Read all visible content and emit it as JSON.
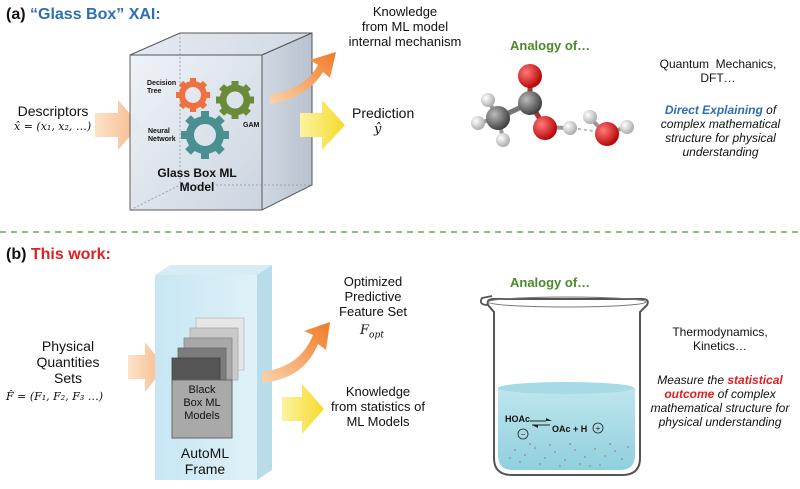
{
  "panel_a": {
    "label_prefix": "(a) ",
    "label_highlight": "“Glass Box” XAI:",
    "descriptors_label": "Descriptors",
    "descriptors_formula": "x̂ = (x₁, x₂, …)",
    "gear_decision_tree": "Decision\nTree",
    "gear_gam": "GAM",
    "gear_neural_network": "Neural\nNetwork",
    "box_title": "Glass Box ML\nModel",
    "knowledge_label": "Knowledge\nfrom ML model\ninternal mechanism",
    "prediction_label": "Prediction",
    "prediction_symbol": "ŷ",
    "analogy_label": "Analogy of…",
    "qm_label": "Quantum  Mechanics,\nDFT…",
    "explain_highlight": "Direct Explaining",
    "explain_rest": " of\ncomplex mathematical\nstructure for physical\nunderstanding"
  },
  "panel_b": {
    "label_prefix": "(b) ",
    "label_highlight": "This work:",
    "physical_label": "Physical\nQuantities\nSets",
    "physical_formula": "F̂ = (F₁, F₂, F₃ …)",
    "blackbox_label": "Black\nBox ML\nModels",
    "automl_label": "AutoML\nFrame",
    "optimized_label": "Optimized\nPredictive\nFeature Set",
    "fopt_symbol": "F",
    "fopt_sub": "opt",
    "knowledge_label": "Knowledge\nfrom statistics of\nML Models",
    "analogy_label": "Analogy of…",
    "beaker_reaction_left": "HOAc",
    "beaker_reaction_right": "OAc + H",
    "thermo_label": "Thermodynamics,\nKinetics…",
    "measure_prefix": "Measure the ",
    "measure_highlight": "statistical\noutcome",
    "measure_rest": " of complex\nmathematical structure for\nphysical understanding"
  },
  "colors": {
    "blue_label": "#2e6eb6",
    "red_label": "#e02020",
    "green_analogy": "#4a8a2a",
    "arrow_orange": "#f5a15a",
    "arrow_yellow": "#f7e14a",
    "gear_orange": "#f07040",
    "gear_green": "#6b8a3a",
    "gear_teal": "#4a9090"
  }
}
